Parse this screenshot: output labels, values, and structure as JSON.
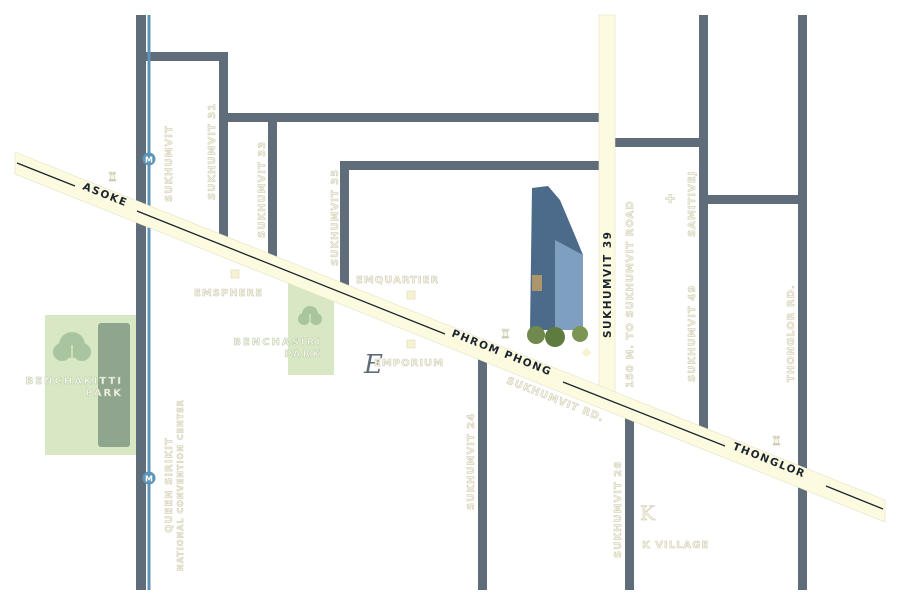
{
  "colors": {
    "road": "#5f6d7a",
    "main_road": "#fdfbdf",
    "park": "#d9e8c4",
    "park_dark": "#8fa58e",
    "metro": "#5d95b8"
  },
  "roads": {
    "asoke": "ASOKE",
    "phrom_phong": "PHROM PHONG",
    "thonglor": "THONGLOR",
    "sukhumvit39": "SUKHUMVIT 39",
    "sukhumvit_upper": "SUKHUMVIT",
    "sukhumvit31": "SUKHUMVIT 31",
    "sukhumvit33": "SUKHUMVIT 33",
    "sukhumvit35": "SUKHUMVIT 35",
    "sukhumvit24": "SUKHUMVIT 24",
    "sukhumvit26": "SUKHUMVIT 26",
    "sukhumvit_rd": "SUKHUMVIT RD.",
    "distance": "150 M. TO SUKHUMVIT ROAD",
    "samitivej": "SAMITIVEJ",
    "sukhumvit49": "SUKHUMVIT 49",
    "thonglor_rd": "THONGLOR RD."
  },
  "places": {
    "emsphere": "EMSPHERE",
    "emquartier": "EMQUARTIER",
    "emporium": "EMPORIUM",
    "benchasiri": [
      "BENCHASIRI",
      "PARK"
    ],
    "benchakitti": [
      "BENCHAKITTI",
      "PARK"
    ],
    "queen_sirikit": "QUEEN SIRIKIT",
    "qsncc": "NATIONAL CONVENTION CENTER",
    "k_village": "K VILLAGE"
  },
  "metro_label": "M"
}
